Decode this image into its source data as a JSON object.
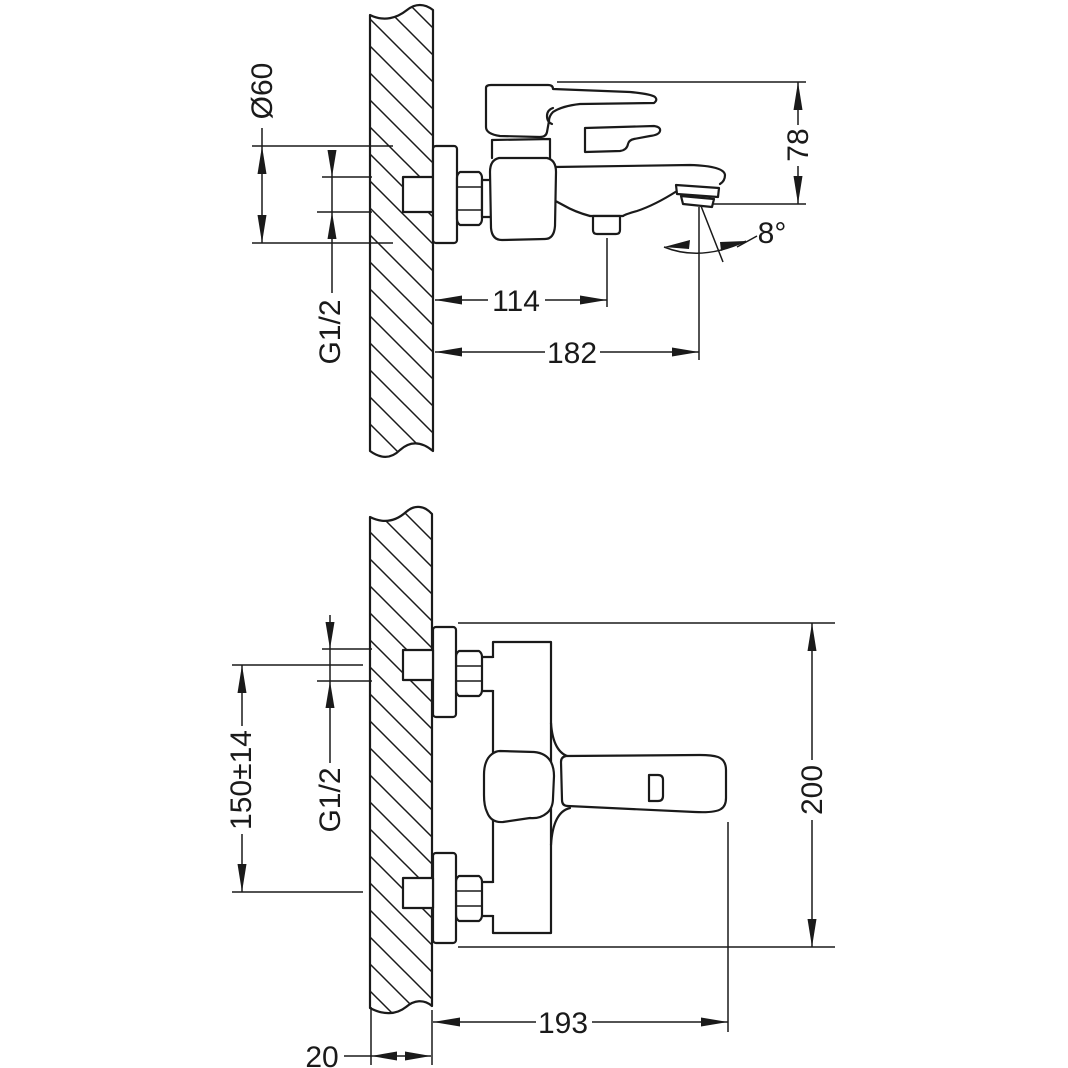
{
  "drawing": {
    "kind": "technical-dimension-drawing",
    "subject": "wall-mounted bath mixer faucet",
    "background_color": "#ffffff",
    "line_color": "#1a1a1a",
    "side_view": {
      "dims": {
        "flange_diameter": {
          "label": "Ø60",
          "orientation": "vertical"
        },
        "thread_size": {
          "label": "G1/2",
          "orientation": "vertical"
        },
        "handle_to_spout_height": {
          "label": "78",
          "orientation": "vertical"
        },
        "spout_angle": {
          "label": "8°",
          "orientation": "angular"
        },
        "wall_to_diverter": {
          "label": "114",
          "orientation": "horizontal"
        },
        "wall_to_spout_tip": {
          "label": "182",
          "orientation": "horizontal"
        }
      }
    },
    "front_view": {
      "dims": {
        "connection_spacing": {
          "label": "150±14",
          "orientation": "vertical"
        },
        "thread_size": {
          "label": "G1/2",
          "orientation": "vertical"
        },
        "overall_height": {
          "label": "200",
          "orientation": "vertical"
        },
        "wall_to_handle_tip": {
          "label": "193",
          "orientation": "horizontal"
        },
        "wall_allowance": {
          "label": "20",
          "orientation": "horizontal"
        }
      }
    }
  }
}
